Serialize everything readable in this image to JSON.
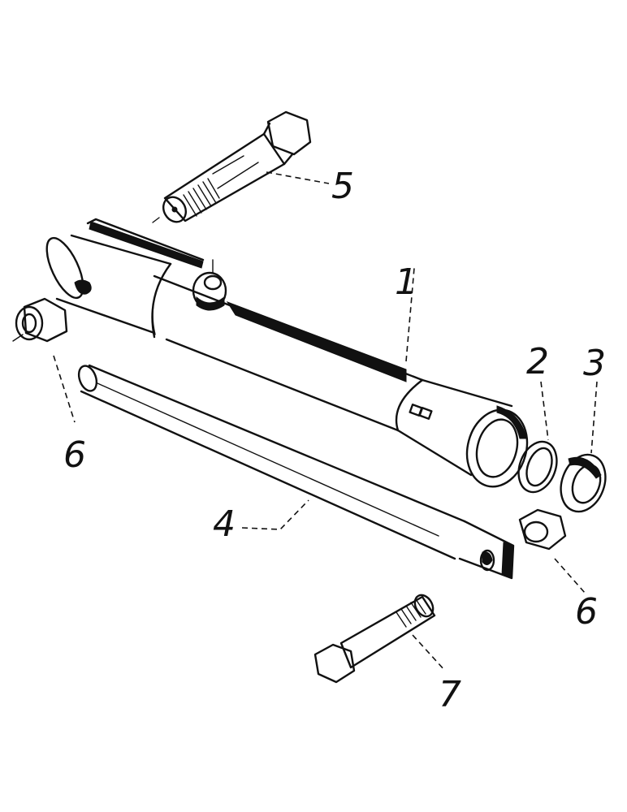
{
  "callouts": {
    "c1": "1",
    "c2": "2",
    "c3": "3",
    "c4": "4",
    "c5": "5",
    "c6a": "6",
    "c6b": "6",
    "c7": "7"
  }
}
